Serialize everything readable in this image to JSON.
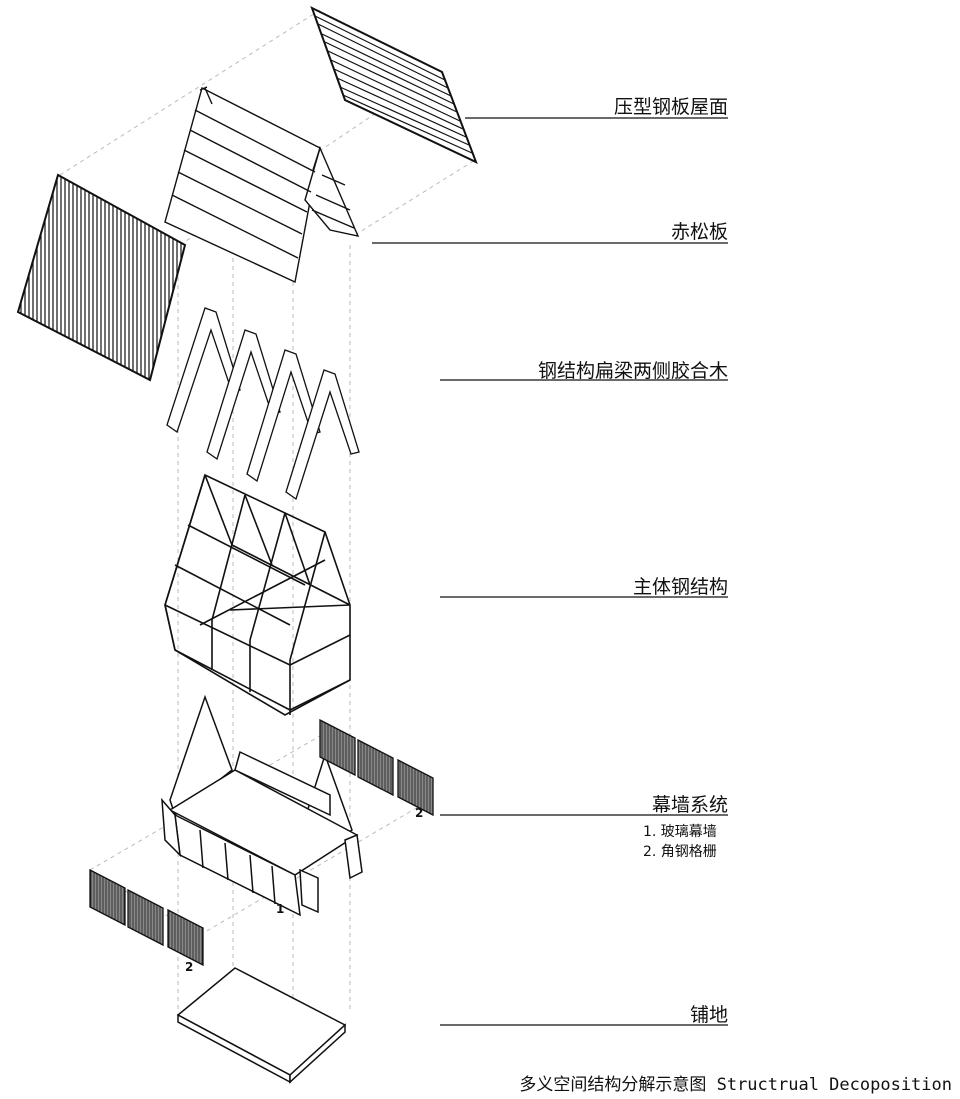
{
  "layers": {
    "roof": "压型钢板屋面",
    "pine": "赤松板",
    "beams": "钢结构扁梁两侧胶合木",
    "steel": "主体钢结构",
    "curtain": "幕墙系统",
    "curtain_items": [
      "1. 玻璃幕墙",
      "2. 角钢格栅"
    ],
    "floor": "铺地"
  },
  "markers": {
    "glass": "1",
    "grille_right": "2",
    "grille_left": "2"
  },
  "caption": "多义空间结构分解示意图 Structrual Decoposition"
}
